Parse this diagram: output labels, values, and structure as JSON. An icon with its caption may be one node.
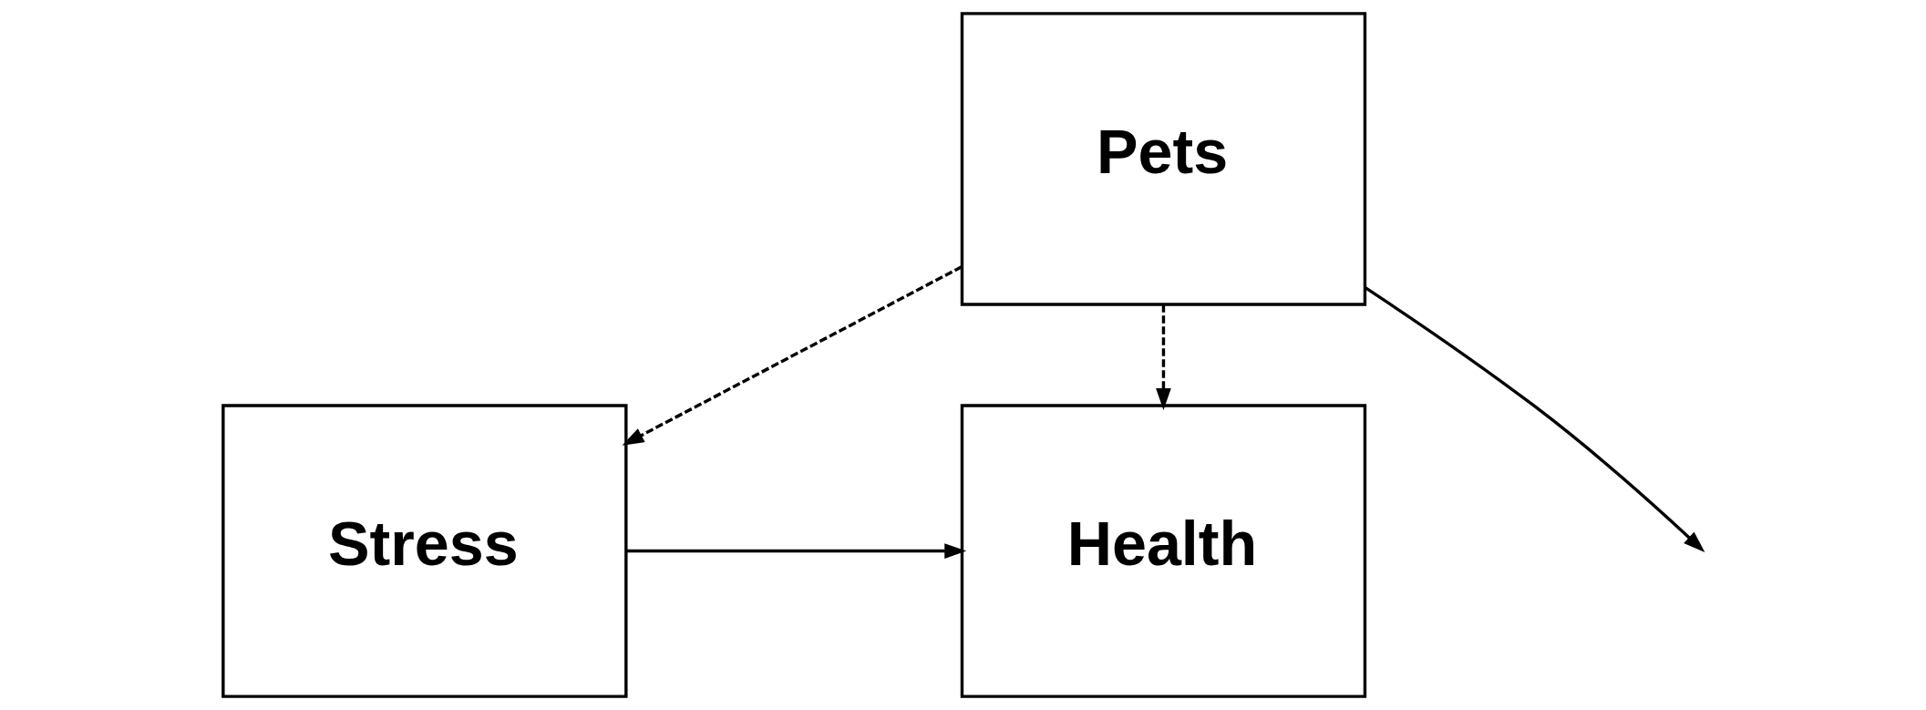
{
  "diagram": {
    "nodes": [
      {
        "text": [
          "Pets"
        ]
      },
      {
        "text": [
          "Stress"
        ]
      },
      {
        "text": [
          "Health"
        ]
      }
    ],
    "edges": [
      {
        "from": 0,
        "to": 1,
        "arrow": "to",
        "style": "dashed"
      },
      {
        "from": 0,
        "to": 2,
        "arrow": "to",
        "style": "dashed"
      },
      {
        "from": 1,
        "to": 2,
        "arrow": "to"
      },
      {
        "from": 0,
        "to": null,
        "arrow": "to"
      }
    ]
  }
}
